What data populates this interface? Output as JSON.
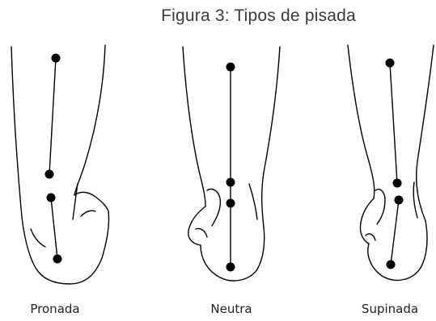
{
  "figure": {
    "title": "Figura 3: Tipos de pisada"
  },
  "panels": [
    {
      "label": "Pronada"
    },
    {
      "label": "Neutra"
    },
    {
      "label": "Supinada"
    }
  ],
  "colors": {
    "ink": "#000000",
    "title_text": "#3a3a3a",
    "label_text": "#222222",
    "background": "#ffffff"
  }
}
